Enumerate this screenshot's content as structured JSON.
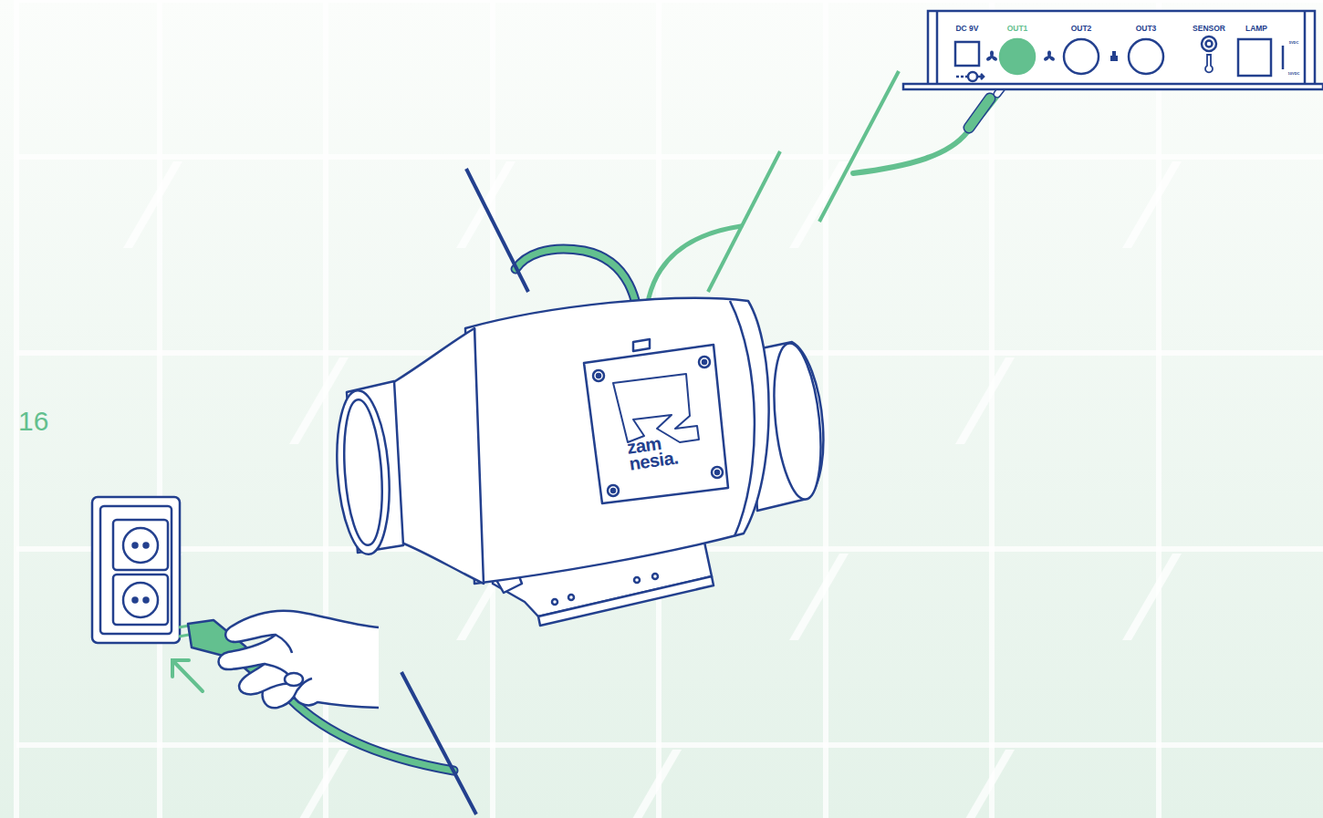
{
  "diagram": {
    "labels": [
      "16",
      "DC 9V",
      "OUT1",
      "OUT2",
      "OUT3",
      "SENSOR",
      "LAMP",
      "5VDC",
      "10VDC",
      "zam nesia."
    ]
  }
}
